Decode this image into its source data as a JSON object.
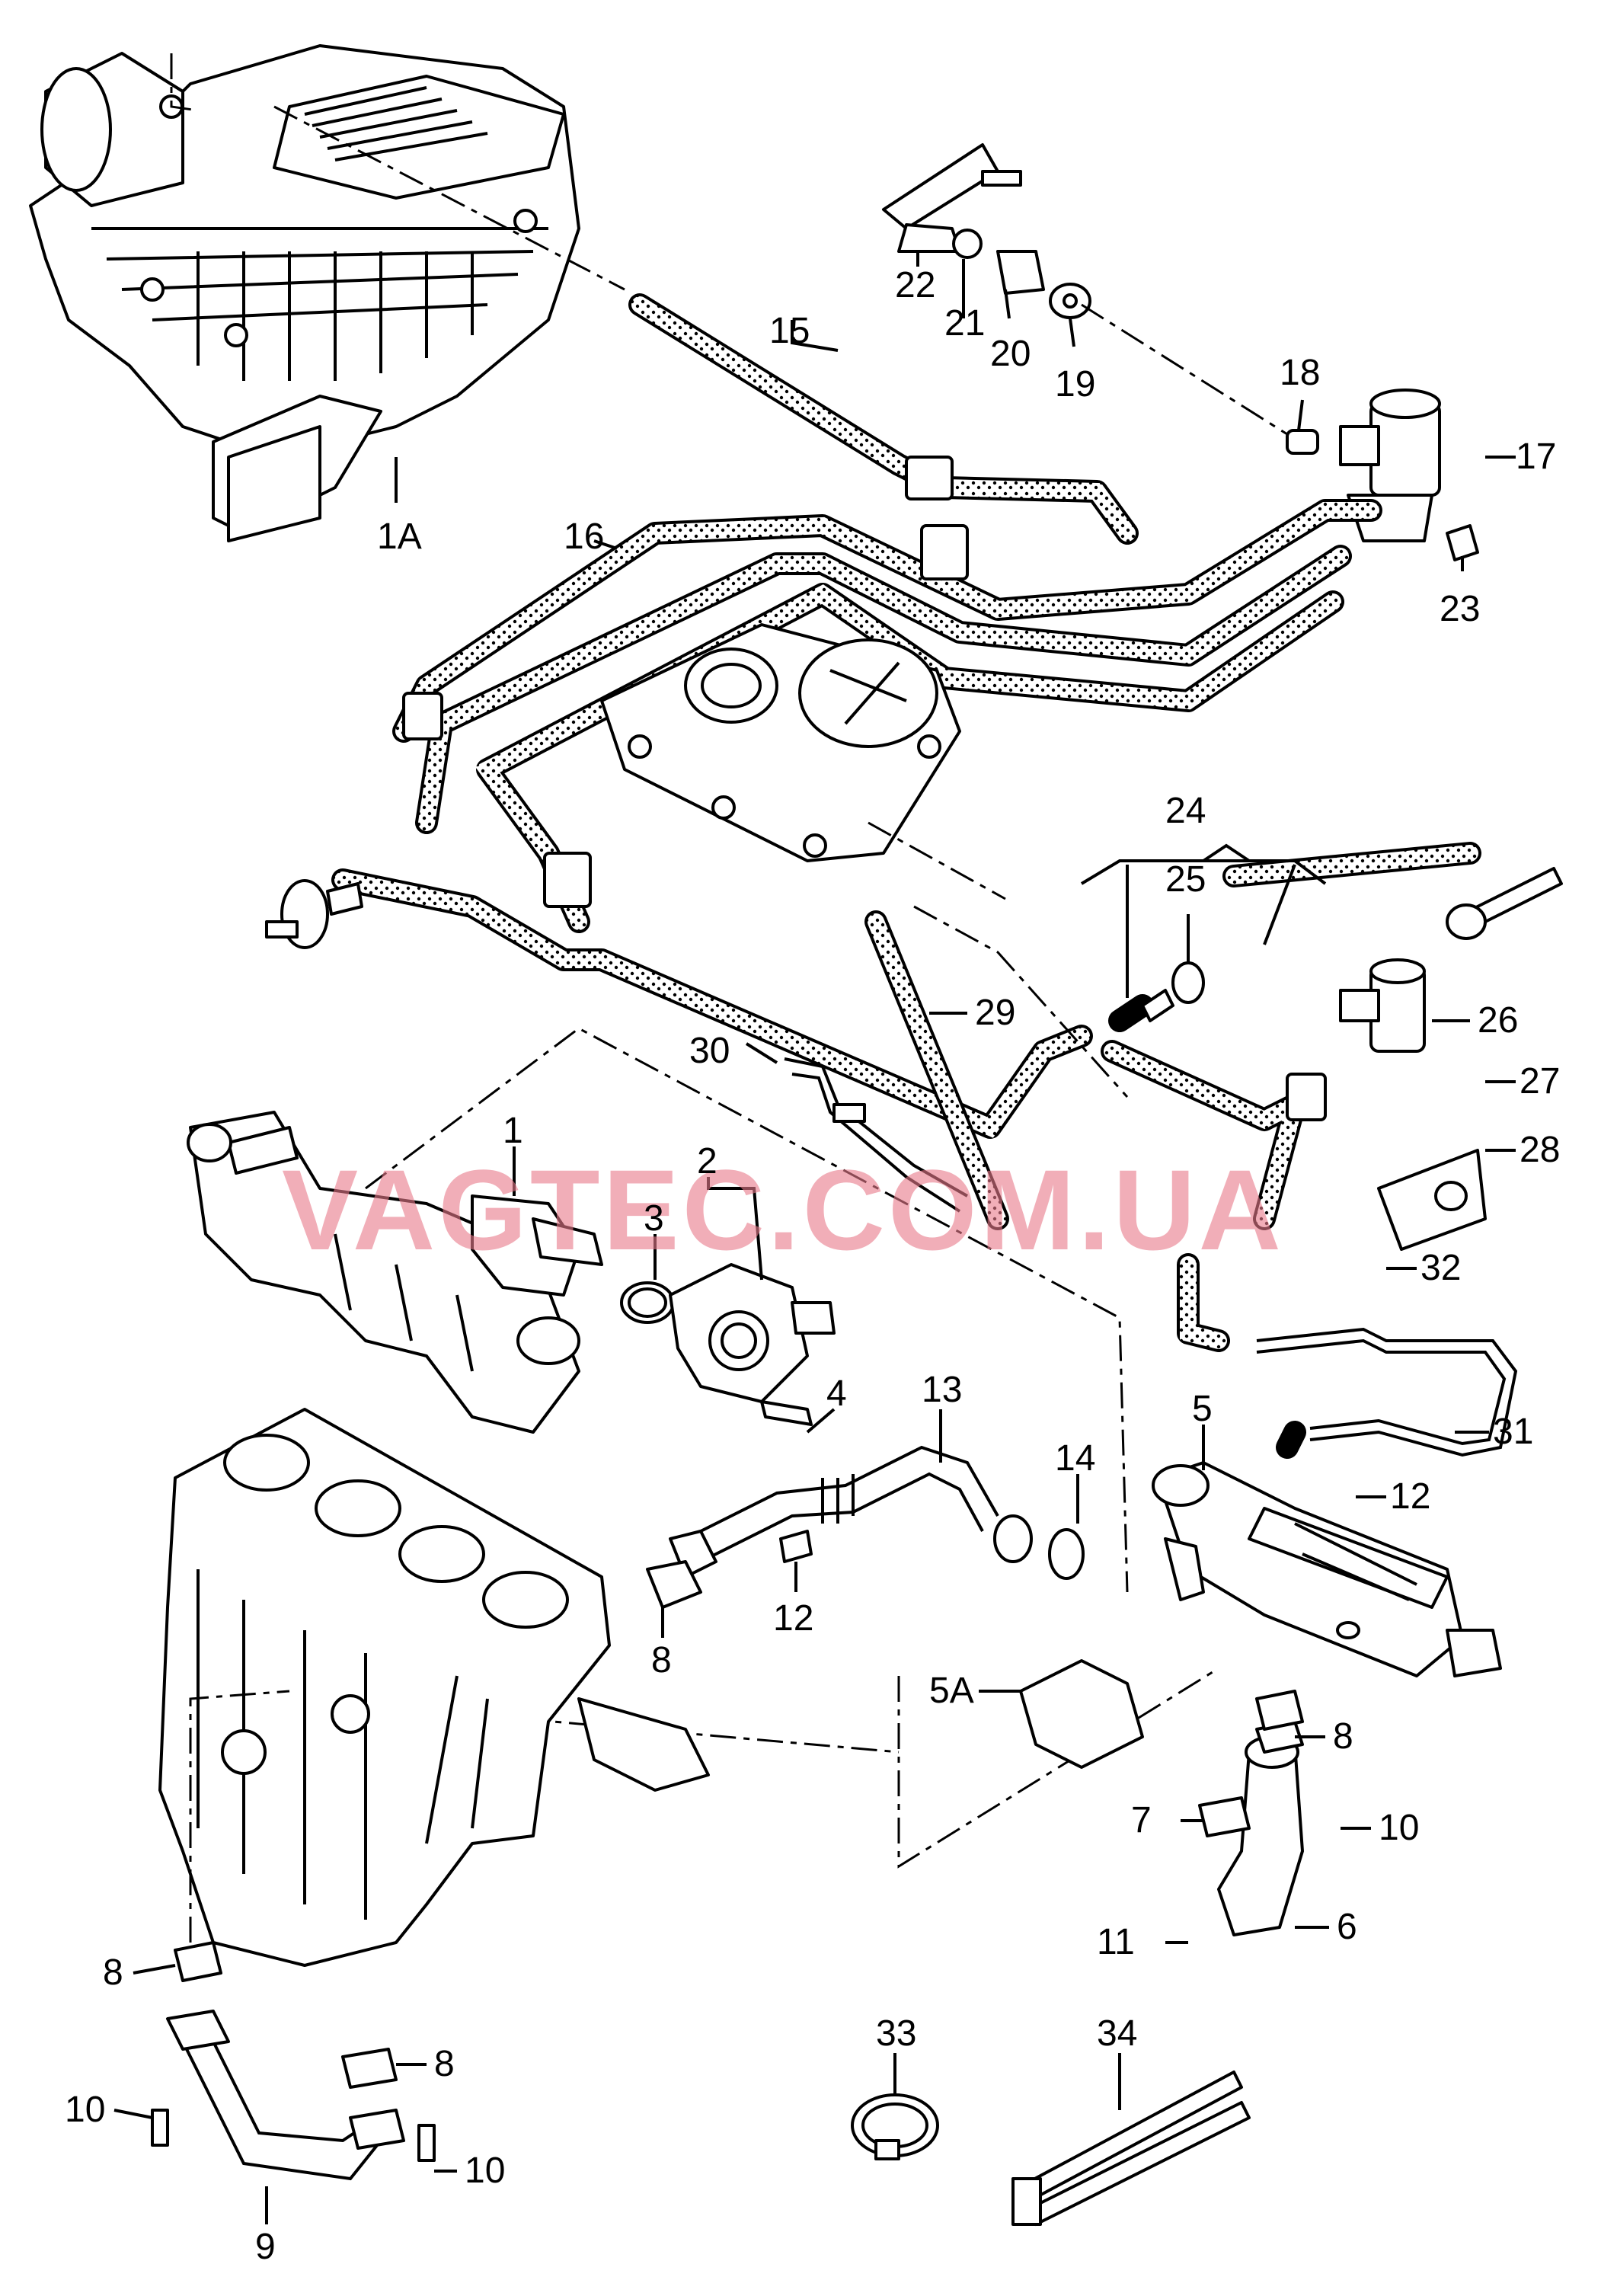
{
  "watermark": "VAGTEC.COM.UA",
  "callouts": [
    {
      "id": "1A",
      "text": "1A"
    },
    {
      "id": "15",
      "text": "15"
    },
    {
      "id": "16",
      "text": "16"
    },
    {
      "id": "17",
      "text": "17"
    },
    {
      "id": "18",
      "text": "18"
    },
    {
      "id": "19",
      "text": "19"
    },
    {
      "id": "20",
      "text": "20"
    },
    {
      "id": "21",
      "text": "21"
    },
    {
      "id": "22",
      "text": "22"
    },
    {
      "id": "23",
      "text": "23"
    },
    {
      "id": "24",
      "text": "24"
    },
    {
      "id": "25",
      "text": "25"
    },
    {
      "id": "26",
      "text": "26"
    },
    {
      "id": "27",
      "text": "27"
    },
    {
      "id": "28",
      "text": "28"
    },
    {
      "id": "29",
      "text": "29"
    },
    {
      "id": "30",
      "text": "30"
    },
    {
      "id": "1",
      "text": "1"
    },
    {
      "id": "2",
      "text": "2"
    },
    {
      "id": "3",
      "text": "3"
    },
    {
      "id": "4",
      "text": "4"
    },
    {
      "id": "32",
      "text": "32"
    },
    {
      "id": "31",
      "text": "31"
    },
    {
      "id": "13",
      "text": "13"
    },
    {
      "id": "5",
      "text": "5"
    },
    {
      "id": "14",
      "text": "14"
    },
    {
      "id": "12a",
      "text": "12"
    },
    {
      "id": "12b",
      "text": "12"
    },
    {
      "id": "8a",
      "text": "8"
    },
    {
      "id": "5A",
      "text": "5A"
    },
    {
      "id": "8b",
      "text": "8"
    },
    {
      "id": "7",
      "text": "7"
    },
    {
      "id": "10a",
      "text": "10"
    },
    {
      "id": "11",
      "text": "11"
    },
    {
      "id": "6",
      "text": "6"
    },
    {
      "id": "8c",
      "text": "8"
    },
    {
      "id": "33",
      "text": "33"
    },
    {
      "id": "34",
      "text": "34"
    },
    {
      "id": "8d",
      "text": "8"
    },
    {
      "id": "10b",
      "text": "10"
    },
    {
      "id": "10c",
      "text": "10"
    },
    {
      "id": "9",
      "text": "9"
    }
  ]
}
